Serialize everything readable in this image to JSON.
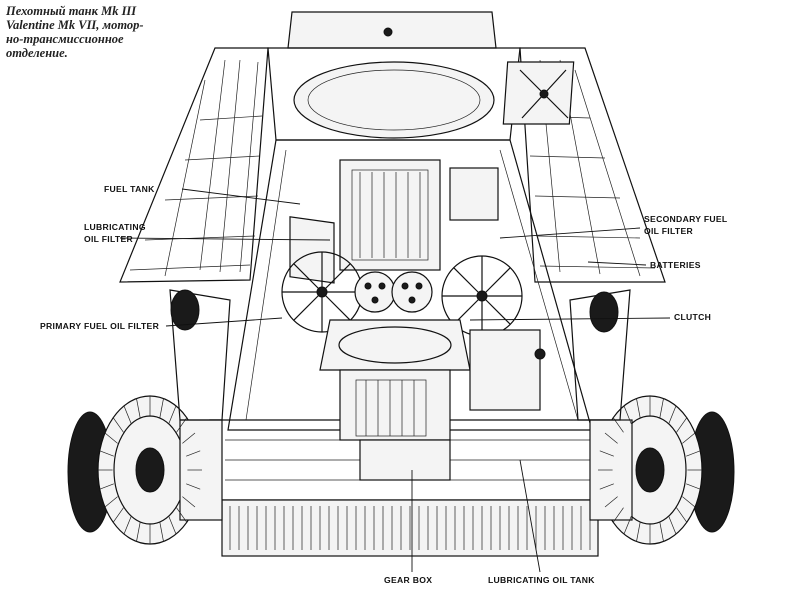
{
  "caption": {
    "lines": [
      "Пехотный танк Mk III",
      "Valentine Mk VII, мотор-",
      "но-трансмиссионное",
      "отделение."
    ]
  },
  "labels": {
    "fuel_tank": "FUEL TANK",
    "lubricating_oil_filter_1": "LUBRICATING",
    "lubricating_oil_filter_2": "OIL FILTER",
    "primary_fuel_oil_filter": "PRIMARY FUEL OIL FILTER",
    "secondary_fuel_oil_filter_1": "SECONDARY FUEL",
    "secondary_fuel_oil_filter_2": "OIL FILTER",
    "batteries": "BATTERIES",
    "clutch": "CLUTCH",
    "gear_box": "GEAR BOX",
    "lubricating_oil_tank": "LUBRICATING OIL TANK"
  }
}
